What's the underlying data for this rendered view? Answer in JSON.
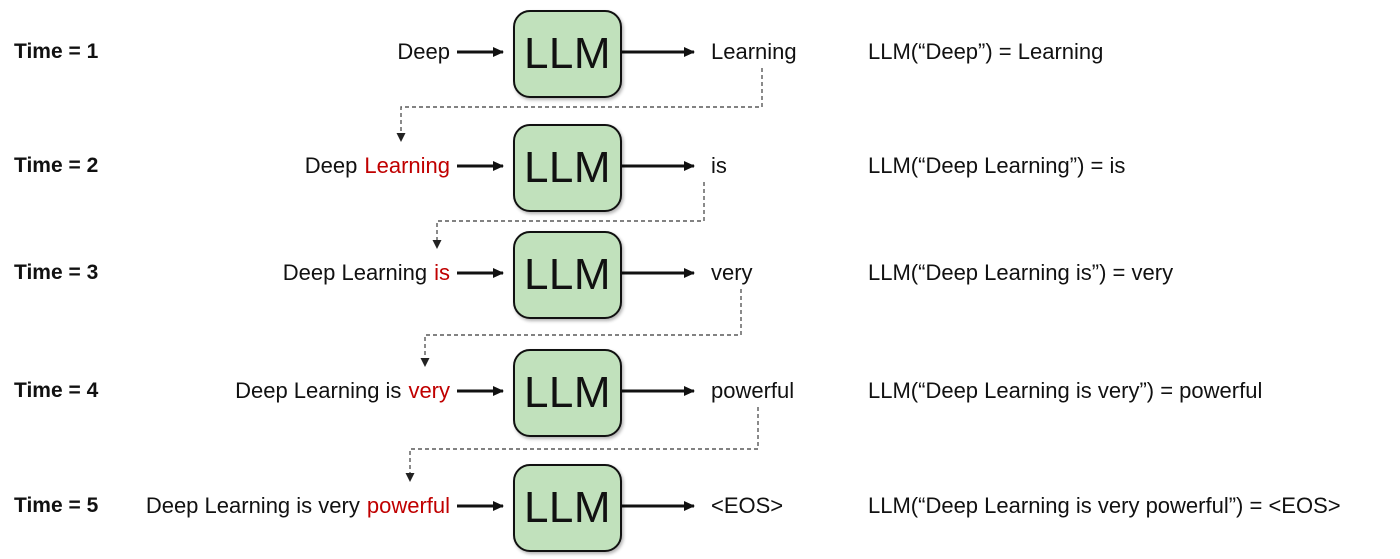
{
  "llm_label": "LLM",
  "colors": {
    "box_fill": "#c1e1bc",
    "box_border": "#111111",
    "highlight": "#c00000",
    "connector": "#595959"
  },
  "rows": [
    {
      "time_label": "Time = 1",
      "input_prefix": "Deep",
      "input_highlight": "",
      "output": "Learning",
      "equation": "LLM(“Deep”) = Learning"
    },
    {
      "time_label": "Time = 2",
      "input_prefix": "Deep",
      "input_highlight": "Learning",
      "output": "is",
      "equation": "LLM(“Deep Learning”) = is"
    },
    {
      "time_label": "Time = 3",
      "input_prefix": "Deep Learning",
      "input_highlight": "is",
      "output": "very",
      "equation": "LLM(“Deep Learning is”) = very"
    },
    {
      "time_label": "Time = 4",
      "input_prefix": "Deep Learning is",
      "input_highlight": "very",
      "output": "powerful",
      "equation": "LLM(“Deep Learning is very”) = powerful"
    },
    {
      "time_label": "Time = 5",
      "input_prefix": "Deep Learning is very",
      "input_highlight": "powerful",
      "output": "<EOS>",
      "equation": "LLM(“Deep Learning is very powerful”) = <EOS>"
    }
  ]
}
